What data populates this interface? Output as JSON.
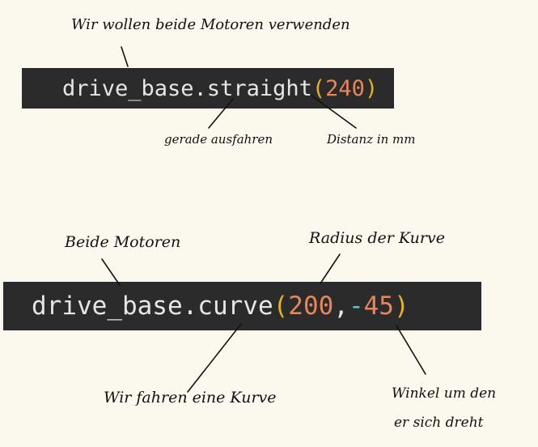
{
  "code_line_1": {
    "func": "drive_base.straight",
    "open": "(",
    "arg": "240",
    "close": ")"
  },
  "code_line_2": {
    "func": "drive_base.curve",
    "open": "(",
    "arg1": "200",
    "comma": ",",
    "minus": "-",
    "arg2": "45",
    "close": ")"
  },
  "annotations": {
    "both_motors_use": "Wir wollen beide Motoren verwenden",
    "drive_straight": "gerade ausfahren",
    "distance_mm": "Distanz in mm",
    "both_motors": "Beide Motoren",
    "curve_radius": "Radius der Kurve",
    "drive_curve": "Wir fahren eine Kurve",
    "angle_line1": "Winkel um den",
    "angle_line2": "er sich dreht"
  },
  "colors": {
    "background": "#fbf8ee",
    "code_background": "#2b2b2b",
    "code_text": "#e6e6e6",
    "paren": "#e5b31a",
    "number": "#e8855a",
    "negative_sign": "#5cc6c9"
  }
}
